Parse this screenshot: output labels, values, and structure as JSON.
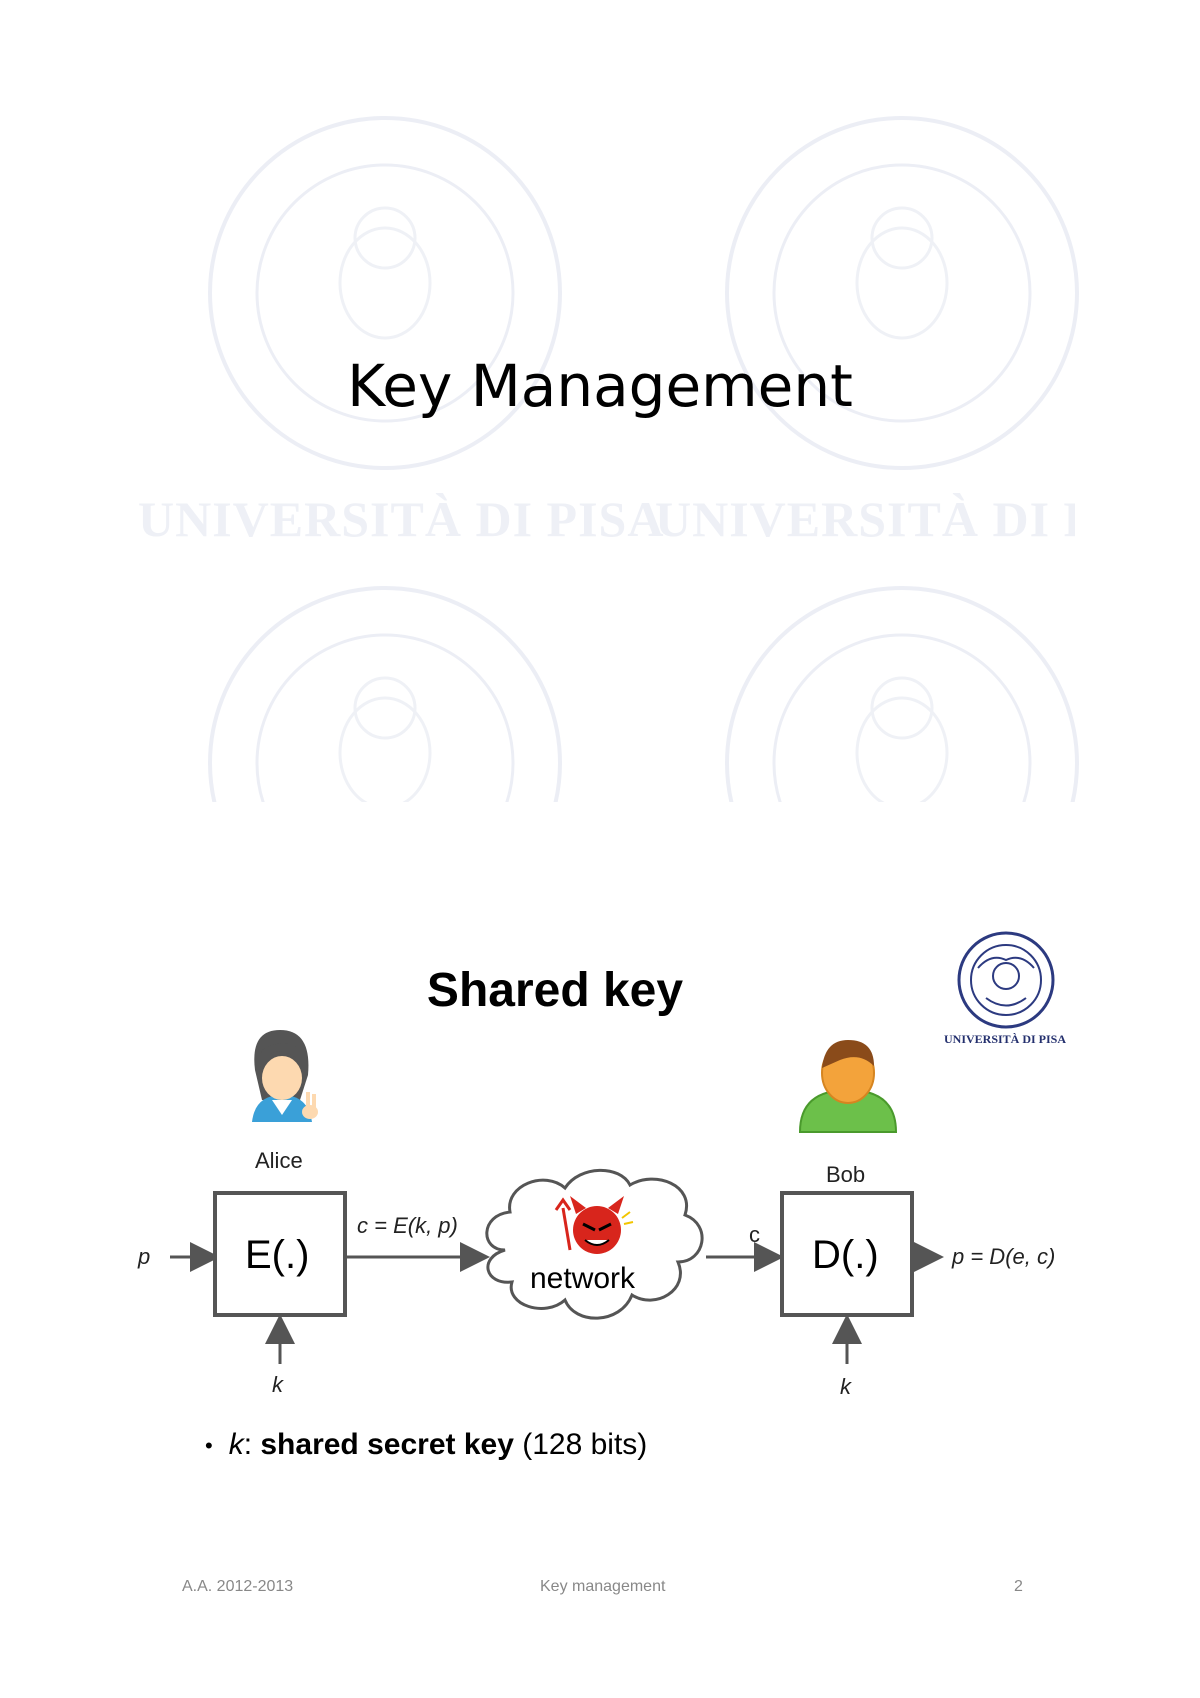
{
  "slide1": {
    "title": "Key Management",
    "watermark_text_1": "UNIVERSITÀ DI PISA",
    "watermark_text_2": "UNIVERSITÀ DI PI"
  },
  "slide2": {
    "title": "Shared key",
    "logo_caption": "UNIVERSITÀ DI PISA",
    "alice": "Alice",
    "bob": "Bob",
    "input_p": "p",
    "encrypt_box": "E(.)",
    "cipher_label": "c = E(k, p)",
    "network": "network",
    "c_label": "c",
    "decrypt_box": "D(.)",
    "output_label": "p = D(e, c)",
    "key_left": "k",
    "key_right": "k",
    "bullet": {
      "var": "k",
      "colon": ": ",
      "bold": "shared secret key",
      "rest": " (128 bits)"
    },
    "footer": {
      "left": "A.A. 2012-2013",
      "center": "Key management",
      "right": "2"
    }
  }
}
